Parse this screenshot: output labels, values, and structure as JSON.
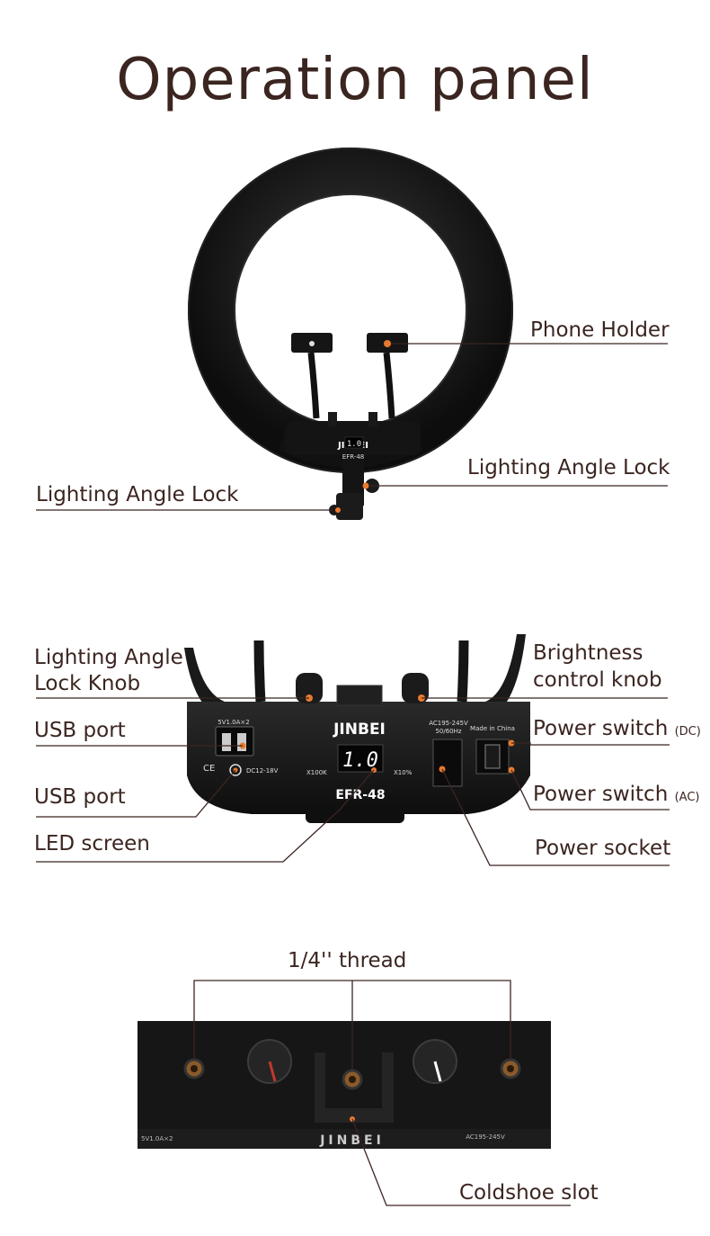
{
  "title": "Operation panel",
  "product": {
    "brand": "JINBEI",
    "model": "EFR-48",
    "led_value": "1.0",
    "usb_spec": "5V1.0A×2",
    "dc_spec": "DC12-18V",
    "ac_spec_line1": "AC195-245V",
    "ac_spec_line2": "50/60Hz",
    "made_in": "Made in China",
    "temp_unit": "X100K",
    "bright_unit": "X10%"
  },
  "section1": {
    "phone_holder": "Phone Holder",
    "angle_lock_right": "Lighting Angle Lock",
    "angle_lock_left": "Lighting Angle Lock"
  },
  "section2": {
    "angle_knob_line1": "Lighting Angle",
    "angle_knob_line2": "Lock Knob",
    "usb_port_1": "USB port",
    "usb_port_2": "USB port",
    "led_screen": "LED screen",
    "brightness_line1": "Brightness",
    "brightness_line2": "control knob",
    "power_switch_dc": "Power switch",
    "dc_tag": "(DC)",
    "power_switch_ac": "Power switch",
    "ac_tag": "(AC)",
    "power_socket": "Power socket"
  },
  "section3": {
    "thread": "1/4''  thread",
    "coldshoe": "Coldshoe slot"
  },
  "colors": {
    "text": "#3b2520",
    "accent_dot": "#e87a2e",
    "device": "#161616"
  }
}
